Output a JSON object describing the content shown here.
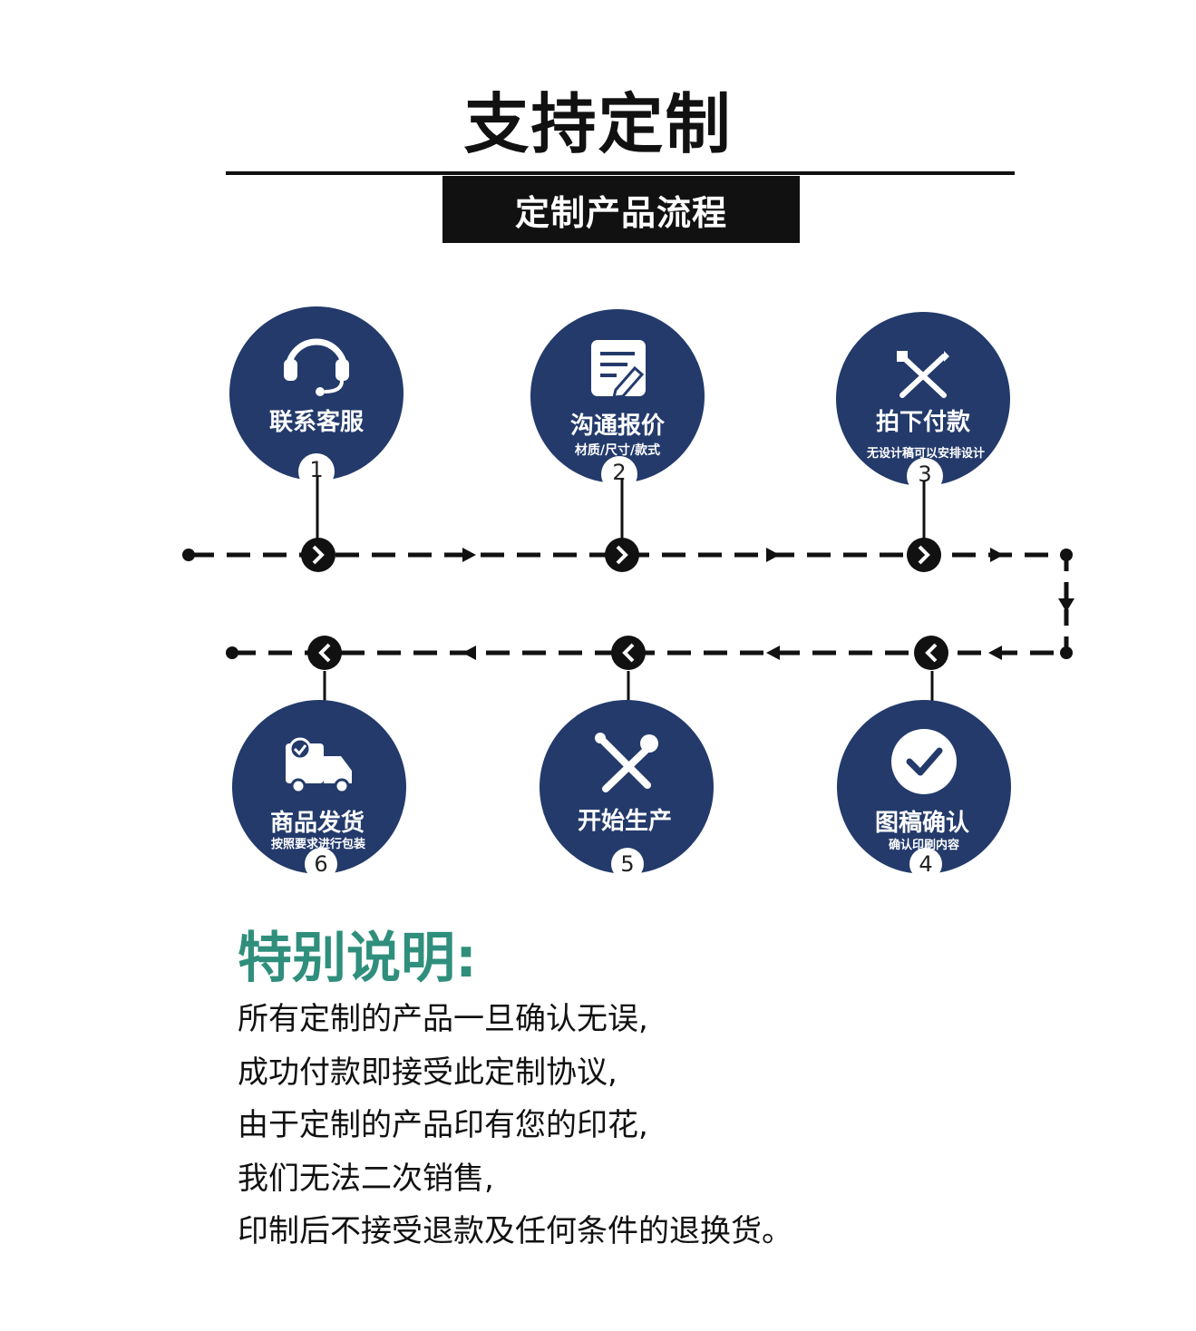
{
  "header": {
    "title": "支持定制",
    "subtitle": "定制产品流程"
  },
  "steps": [
    {
      "number": "1",
      "label": "联系客服",
      "sublabel": "",
      "icon": "headset-icon"
    },
    {
      "number": "2",
      "label": "沟通报价",
      "sublabel": "材质/尺寸/款式",
      "icon": "document-edit-icon"
    },
    {
      "number": "3",
      "label": "拍下付款",
      "sublabel": "无设计稿可以安排设计",
      "icon": "ruler-pencil-icon"
    },
    {
      "number": "4",
      "label": "图稿确认",
      "sublabel": "确认印刷内容",
      "icon": "check-circle-icon"
    },
    {
      "number": "5",
      "label": "开始生产",
      "sublabel": "",
      "icon": "wrench-screwdriver-icon"
    },
    {
      "number": "6",
      "label": "商品发货",
      "sublabel": "按照要求进行包装",
      "icon": "delivery-truck-icon"
    }
  ],
  "colors": {
    "circle": "#233a6b",
    "accent_title": "#2f8f7c",
    "text": "#111111"
  },
  "notes": {
    "title": "特别说明:",
    "lines": [
      "所有定制的产品一旦确认无误,",
      "成功付款即接受此定制协议,",
      "由于定制的产品印有您的印花,",
      "我们无法二次销售,",
      "印制后不接受退款及任何条件的退换货。"
    ]
  }
}
